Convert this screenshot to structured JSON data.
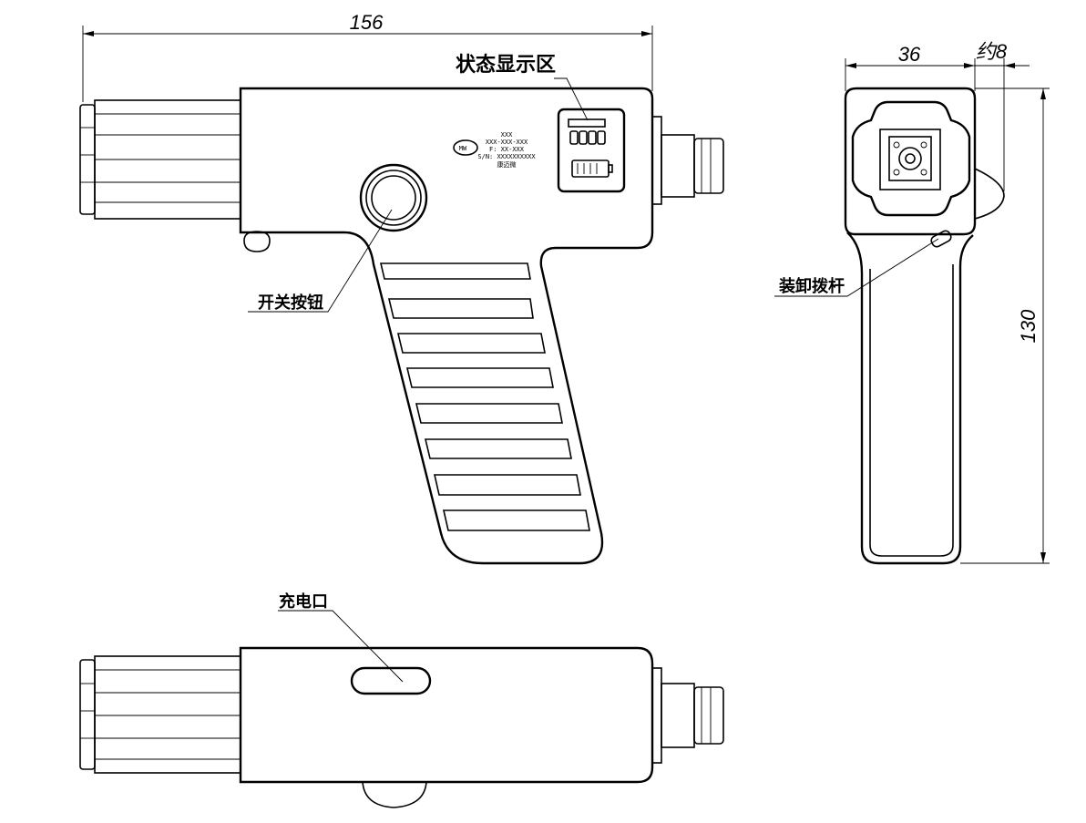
{
  "dimensions": {
    "overall_length": "156",
    "head_width": "36",
    "lever_protrusion": "约8",
    "overall_height": "130"
  },
  "callouts": {
    "status_display": "状态显示区",
    "power_button": "开关按钮",
    "release_lever": "装卸拨杆",
    "charging_port": "充电口"
  },
  "nameplate": {
    "line1": "XXX",
    "line2": "XXX-XXX-XXX",
    "line3": "F: XX-XXX",
    "line4": "S/N: XXXXXXXXXX",
    "line5": "康迈微"
  }
}
